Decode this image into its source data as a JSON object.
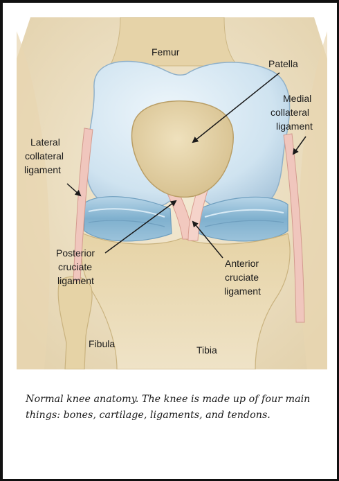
{
  "figure": {
    "labels": {
      "femur": "Femur",
      "patella": "Patella",
      "medial_collateral_ligament": [
        "Medial",
        "collateral",
        "ligament"
      ],
      "lateral_collateral_ligament": [
        "Lateral",
        "collateral",
        "ligament"
      ],
      "posterior_cruciate_ligament": [
        "Posterior",
        "cruciate",
        "ligament"
      ],
      "anterior_cruciate_ligament": [
        "Anterior",
        "cruciate",
        "ligament"
      ],
      "fibula": "Fibula",
      "tibia": "Tibia"
    },
    "colors": {
      "bone": "#e2cfa2",
      "bone_shadow": "#c8b17e",
      "cartilage": "#cfe3f0",
      "cartilage_shadow": "#a9c6dc",
      "meniscus": "#8fbad4",
      "ligament": "#f0c6bd",
      "background_tissue": "#ebdfc6",
      "arrow": "#1a1a1a"
    }
  },
  "caption": "Normal knee anatomy.  The knee is made up of four main things: bones, cartilage, ligaments, and tendons."
}
